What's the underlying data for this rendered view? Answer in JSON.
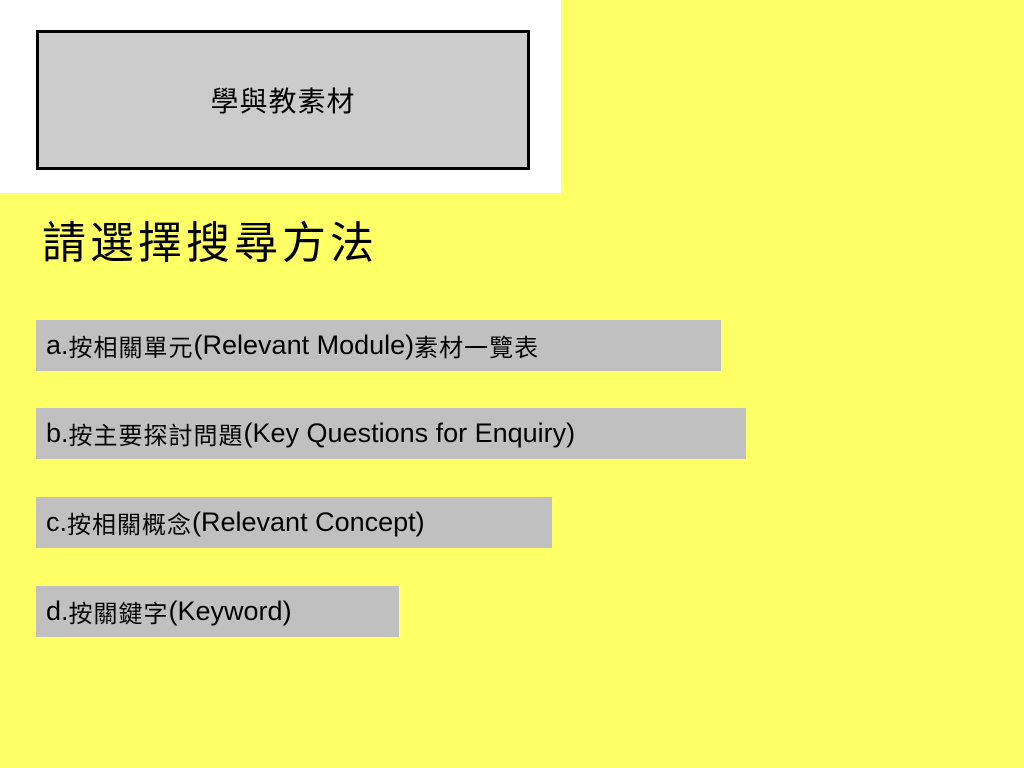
{
  "header": {
    "title": "學與教素材"
  },
  "main": {
    "heading": "請選擇搜尋方法",
    "options": [
      {
        "prefix": "a.",
        "zh_label": "按相關單元",
        "en_label": "(Relevant Module)",
        "zh_suffix": "素材一覽表"
      },
      {
        "prefix": "b.",
        "zh_label": "按主要探討問題",
        "en_label": "(Key Questions for Enquiry)",
        "zh_suffix": ""
      },
      {
        "prefix": "c.",
        "zh_label": "按相關概念",
        "en_label": "(Relevant Concept)",
        "zh_suffix": ""
      },
      {
        "prefix": "d.",
        "zh_label": "按關鍵字",
        "en_label": "(Keyword)",
        "zh_suffix": ""
      }
    ]
  },
  "colors": {
    "background": "#ffff66",
    "header_panel": "#ffffff",
    "title_box": "#cccccc",
    "button": "#c0c0c0",
    "text": "#000000"
  }
}
